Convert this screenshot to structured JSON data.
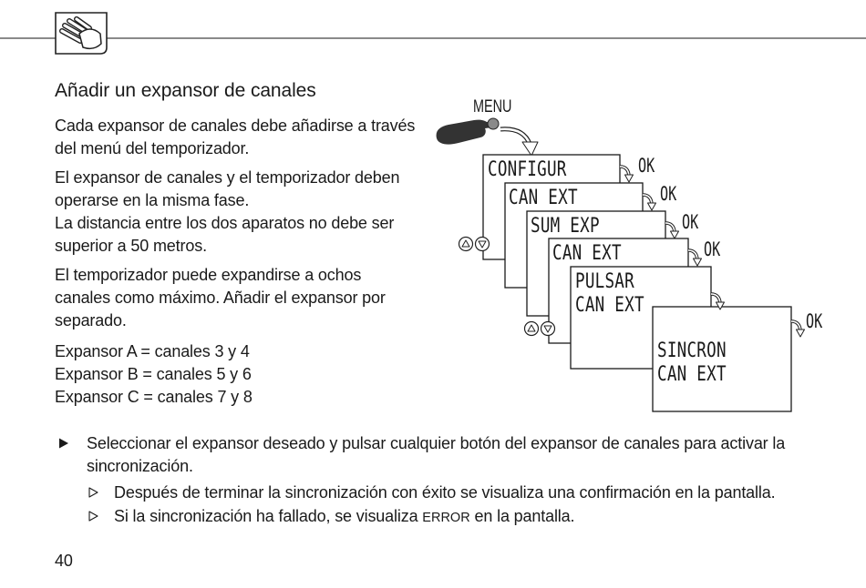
{
  "header": {
    "icon": "hand-touch-icon"
  },
  "section": {
    "heading": "Añadir un expansor de canales",
    "p1": [
      "Cada expansor de canales debe añadirse a través",
      "del menú del temporizador."
    ],
    "p2": [
      "El expansor de canales y el temporizador deben",
      "operarse en la misma fase."
    ],
    "p3": [
      "La distancia entre los dos aparatos no debe ser",
      "superior a 50 metros."
    ],
    "p4": [
      "El temporizador puede expandirse a ochos",
      "canales como máximo. Añadir el expansor por",
      "separado."
    ],
    "expansors": [
      "Expansor A = canales 3 y 4",
      "Expansor B = canales 5 y 6",
      "Expansor C = canales 7 y 8"
    ]
  },
  "steps": {
    "action_icon": "filled-triangle-bullet-icon",
    "action": [
      "Seleccionar el expansor deseado y pulsar cualquier botón del expansor de canales para activar la",
      "sincronización."
    ],
    "result_icon": "outline-triangle-bullet-icon",
    "results": [
      {
        "text": "Después de terminar la sincronización con éxito se visualiza una confirmación en la pantalla."
      },
      {
        "before": "Si la sincronización ha fallado, se visualiza",
        "code": "ERROR",
        "after": "en la pantalla."
      }
    ]
  },
  "diagram": {
    "menu_label": "MENU",
    "ok_label": "OK",
    "hand_icon": "pointing-hand-icon",
    "nav_icons": [
      "up-arrow-button-icon",
      "down-arrow-button-icon"
    ],
    "screens": [
      {
        "lines": [
          "CONFIGUR"
        ]
      },
      {
        "lines": [
          "CAN EXT"
        ]
      },
      {
        "lines": [
          "SUM EXP"
        ]
      },
      {
        "lines": [
          "CAN EXT"
        ]
      },
      {
        "lines": [
          "PULSAR",
          "CAN EXT"
        ]
      },
      {
        "lines": [
          "SINCRON",
          "CAN EXT"
        ]
      }
    ]
  },
  "page_number": "40",
  "colors": {
    "ink": "#1a1a1a",
    "background": "#ffffff"
  }
}
